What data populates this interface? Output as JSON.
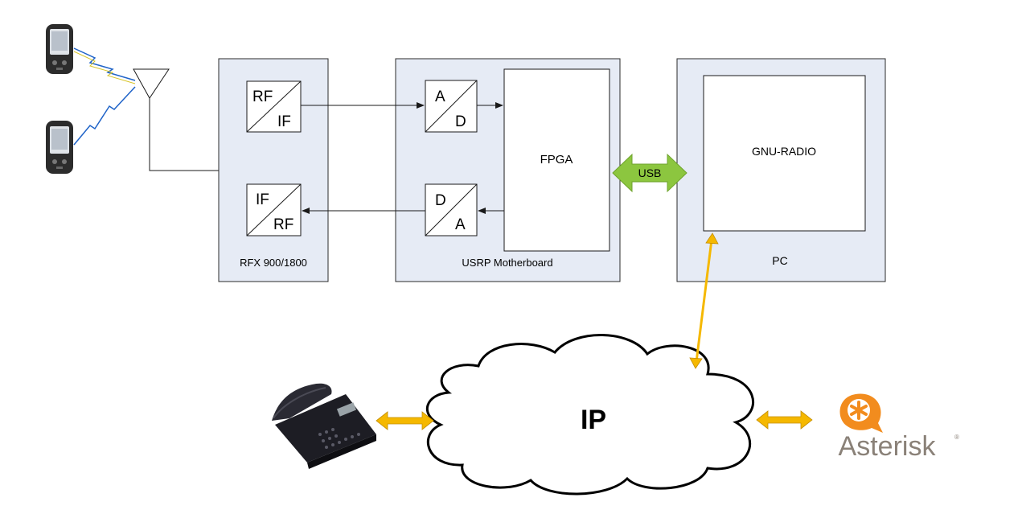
{
  "blocks": {
    "rfx": {
      "label": "RFX 900/1800",
      "upper_converter": {
        "top": "RF",
        "bottom": "IF"
      },
      "lower_converter": {
        "top": "IF",
        "bottom": "RF"
      }
    },
    "usrp": {
      "label": "USRP Motherboard",
      "upper_converter": {
        "top": "A",
        "bottom": "D"
      },
      "lower_converter": {
        "top": "D",
        "bottom": "A"
      },
      "fpga_label": "FPGA"
    },
    "pc": {
      "label": "PC",
      "gnu_radio_label": "GNU-RADIO"
    }
  },
  "links": {
    "usb_label": "USB"
  },
  "network": {
    "cloud_label": "IP"
  },
  "logo": {
    "text": "Asterisk"
  },
  "colors": {
    "panel_fill": "#e6ebf5",
    "usb_arrow": "#8cc63f",
    "network_arrow": "#f5b800",
    "asterisk_orange": "#f28c1e",
    "asterisk_text": "#8a8178",
    "lightning": "#1f63c8"
  },
  "icons": [
    "pda-phone-icon",
    "antenna-icon",
    "desk-phone-icon",
    "asterisk-logo-icon"
  ]
}
